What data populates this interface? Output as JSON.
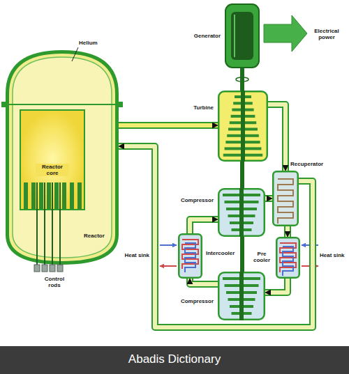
{
  "diagram": {
    "nodes": [
      {
        "text": [
          "Helium",
          "Reactor"
        ]
      },
      {
        "text": [
          "Reactor core"
        ],
        "in": 0
      },
      {
        "text": [
          "Generator"
        ]
      },
      {
        "text": [
          "Turbine"
        ]
      },
      {
        "text": [
          "Compressor"
        ]
      },
      {
        "text": [
          "Recuperator"
        ]
      },
      {
        "text": [
          "Intercooler"
        ]
      },
      {
        "text": [
          "Pre cooler"
        ]
      },
      {
        "text": [
          "Compressor"
        ]
      }
    ],
    "edges": [
      {
        "from": 0,
        "to": 3,
        "arrow": "to"
      },
      {
        "from": 3,
        "to": 5,
        "arrow": "to"
      },
      {
        "from": 5,
        "to": 7,
        "arrow": "to"
      },
      {
        "from": 7,
        "to": 8,
        "arrow": "to"
      },
      {
        "from": 8,
        "to": 6,
        "arrow": "to"
      },
      {
        "from": 6,
        "to": 4,
        "arrow": "to"
      },
      {
        "from": 4,
        "to": 5,
        "arrow": "to"
      },
      {
        "from": 5,
        "to": 0,
        "arrow": "to"
      },
      {
        "from": 2,
        "to": 3,
        "arrow": "none"
      }
    ],
    "labels": [
      "Electrical power",
      "Control rods",
      "Heat sink",
      "Heat sink",
      "Abadis Dictionary"
    ]
  }
}
